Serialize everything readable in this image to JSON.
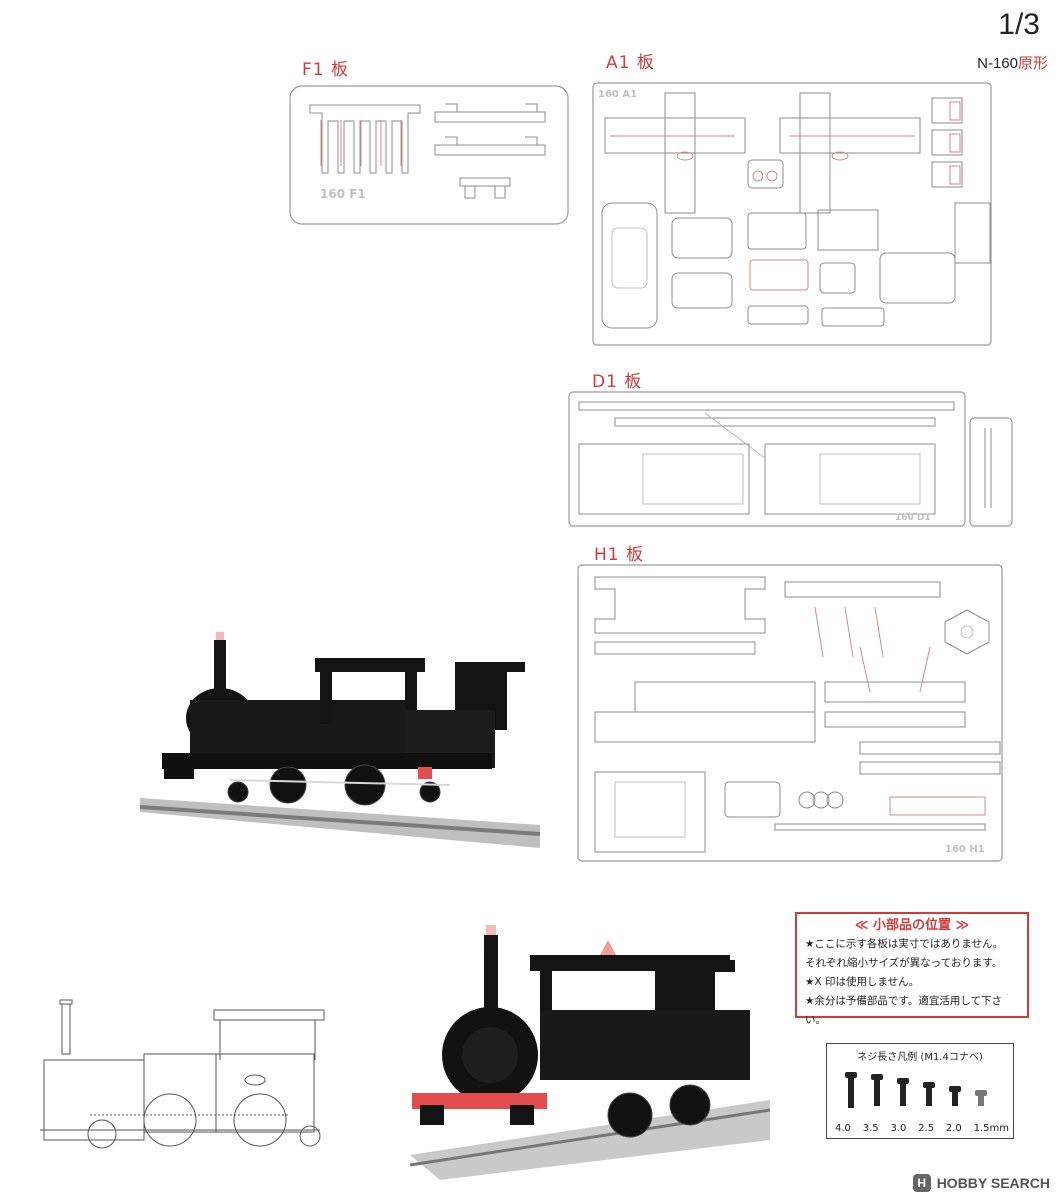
{
  "header": {
    "page": "1/3",
    "model_code": "N-160",
    "model_suffix": "原形"
  },
  "plates": {
    "f1": {
      "label": "F1 板",
      "stamp": "160 F1"
    },
    "a1": {
      "label": "A1 板",
      "stamp": "160 A1"
    },
    "d1": {
      "label": "D1 板",
      "stamp": "160 D1"
    },
    "h1": {
      "label": "H1 板",
      "stamp": "160 H1"
    }
  },
  "notice": {
    "title": "≪ 小部品の位置 ≫",
    "lines": [
      "★ここに示す各板は実寸ではありません。",
      "それぞれ縮小サイズが異なっております。",
      "★X 印は使用しません。",
      "★余分は予備部品です。適宜活用して下さい。"
    ]
  },
  "screw_legend": {
    "title": "ネジ長さ凡例 (M1.4コナベ)",
    "sizes": [
      "4.0",
      "3.5",
      "3.0",
      "2.5",
      "2.0",
      "1.5mm"
    ]
  },
  "watermark": {
    "text": "HOBBY SEARCH",
    "logo": "H"
  },
  "colors": {
    "label_red": "#d23b3b",
    "buffer_red": "#e34c4c",
    "loco_black": "#141414"
  }
}
